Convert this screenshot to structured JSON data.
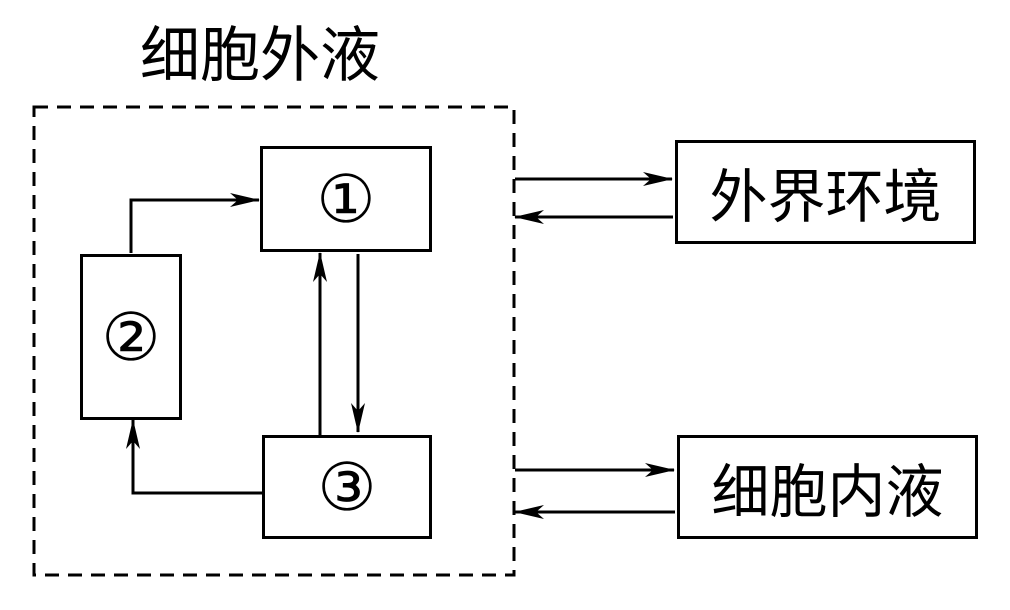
{
  "title": "细胞外液",
  "nodes": {
    "n1": "①",
    "n2": "②",
    "n3": "③",
    "external_env": "外界环境",
    "intracellular": "细胞内液"
  },
  "colors": {
    "line": "#000000",
    "background": "#ffffff"
  }
}
